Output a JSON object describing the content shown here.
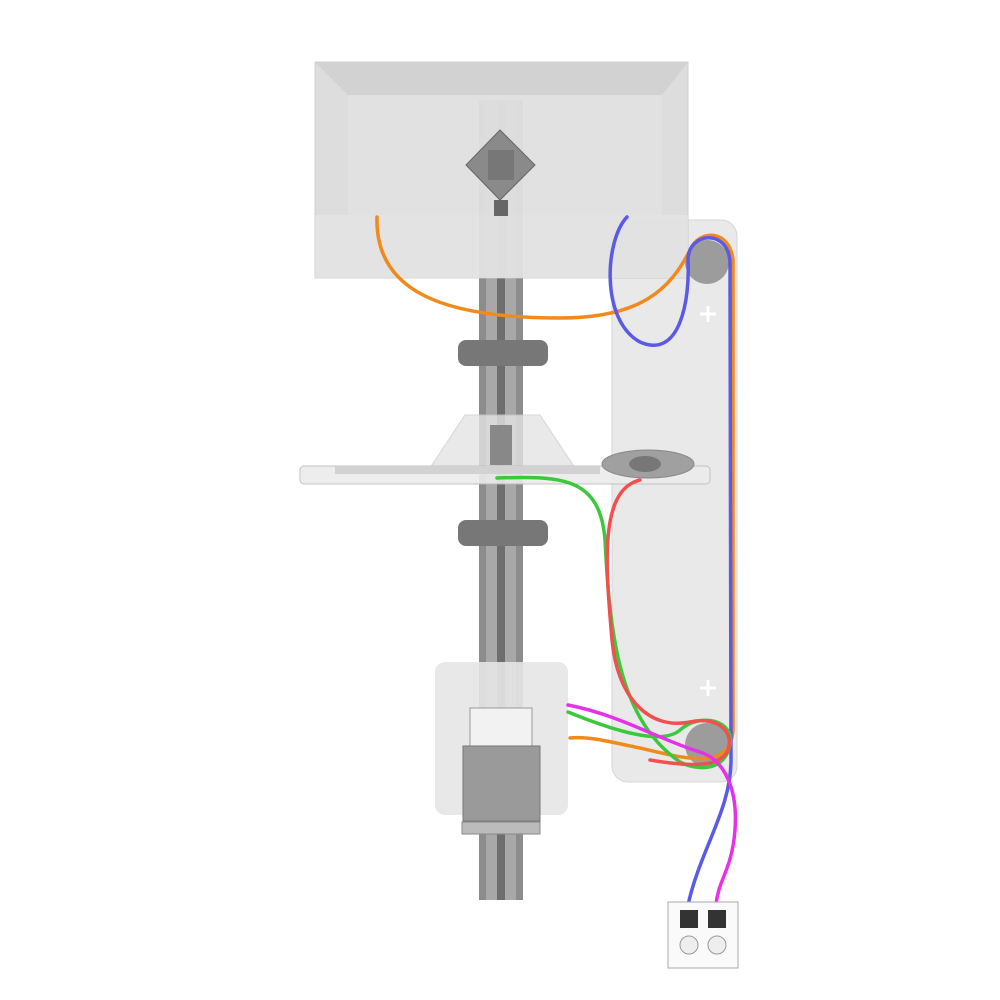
{
  "colors": {
    "background": "#ffffff",
    "monitor": "#dcdcdc",
    "rail": "#8c8c8c",
    "channel": "#e6e6e6",
    "roller": "#9a9a9a",
    "cable_orange": "#f08a1c",
    "cable_blue": "#5a5ae6",
    "cable_green": "#3cc83c",
    "cable_red": "#f05050",
    "cable_magenta": "#e632e6"
  },
  "components": [
    "monitor",
    "vesa-mount",
    "vertical-rail",
    "keyboard-tray",
    "mouse",
    "cpu-holder",
    "cable-channel",
    "rollers",
    "wall-outlet"
  ]
}
